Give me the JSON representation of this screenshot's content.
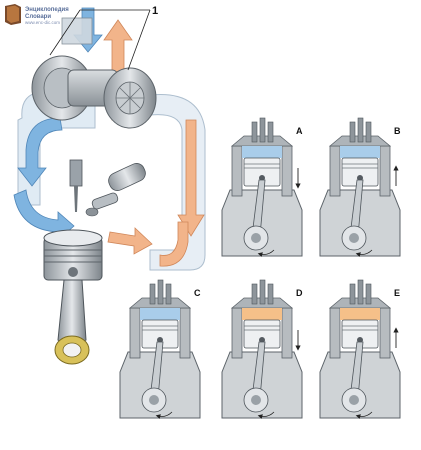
{
  "callout_label": "1",
  "logo": {
    "line1": "Энциклопедия",
    "line2": "Словари",
    "line3": "www.enc-dic.com"
  },
  "stages": [
    {
      "letter": "A",
      "cylinder_fill": "blue",
      "piston_motion": "down"
    },
    {
      "letter": "B",
      "cylinder_fill": "blue",
      "piston_motion": "up"
    },
    {
      "letter": "C",
      "cylinder_fill": "blue",
      "piston_motion": "none"
    },
    {
      "letter": "D",
      "cylinder_fill": "orange",
      "piston_motion": "down"
    },
    {
      "letter": "E",
      "cylinder_fill": "orange",
      "piston_motion": "up"
    }
  ],
  "colors": {
    "intake": "#7fb4e0",
    "exhaust": "#f2b48a",
    "compressed": "#a9cdea",
    "burning": "#f5c089",
    "body": "#cfd3d6"
  }
}
